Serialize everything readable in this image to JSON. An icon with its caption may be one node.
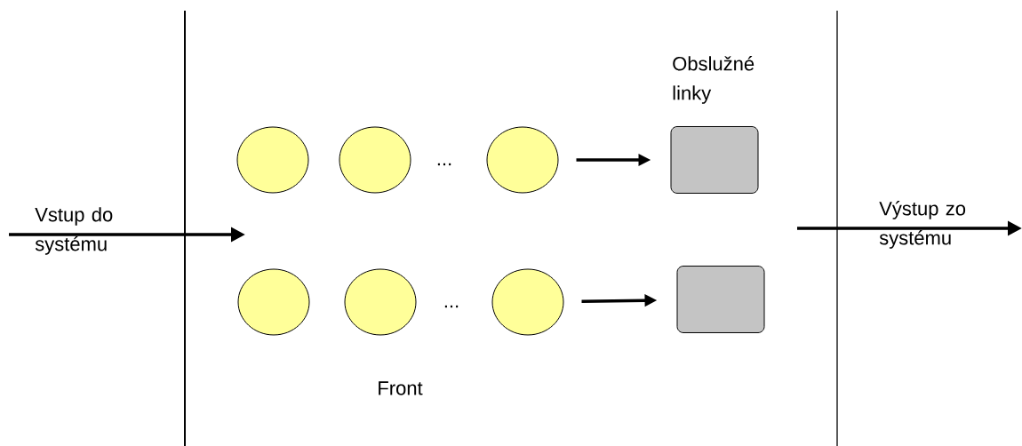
{
  "diagram": {
    "nodes": [
      {
        "text": [],
        "shape": "circle"
      },
      {
        "text": [],
        "shape": "circle"
      },
      {
        "text": [],
        "shape": "circle"
      },
      {
        "text": [],
        "shape": "box"
      },
      {
        "text": [],
        "shape": "circle"
      },
      {
        "text": [],
        "shape": "circle"
      },
      {
        "text": [],
        "shape": "circle"
      },
      {
        "text": [],
        "shape": "box"
      }
    ],
    "edges": [
      {
        "from": 2,
        "to": 3,
        "arrow": "to"
      },
      {
        "from": 6,
        "to": 7,
        "arrow": "to"
      }
    ],
    "labels": [
      "Obslužné linky",
      "...",
      "Vstup do systému",
      "Výstup zo systému",
      "...",
      "Front"
    ]
  }
}
